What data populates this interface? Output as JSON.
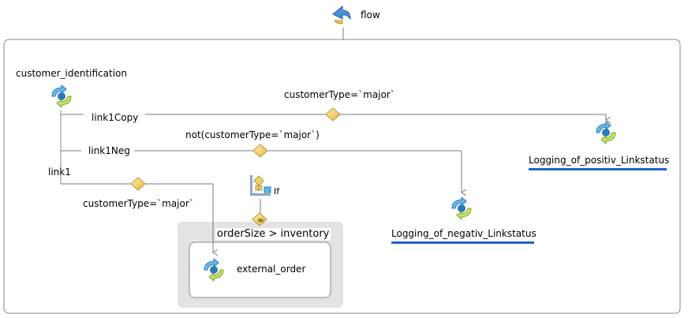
{
  "flow": {
    "label": "flow"
  },
  "activities": {
    "customer_identification": "customer_identification",
    "logging_positive": "Logging_of_positiv_Linkstatus",
    "logging_negative": "Logging_of_negativ_Linkstatus",
    "external_order": "external_order"
  },
  "links": {
    "link1copy": {
      "name": "link1Copy",
      "condition": "customerType=`major`"
    },
    "link1neg": {
      "name": "link1Neg",
      "condition": "not(customerType=`major`)"
    },
    "link1": {
      "name": "link1",
      "condition": "customerType=`major`"
    }
  },
  "if_block": {
    "label": "If",
    "condition": "orderSize > inventory"
  },
  "colors": {
    "underline": "#1f63c9",
    "diamond": "#f2d36b",
    "diamond_border": "#b8962a",
    "line": "#7a7a7a"
  }
}
